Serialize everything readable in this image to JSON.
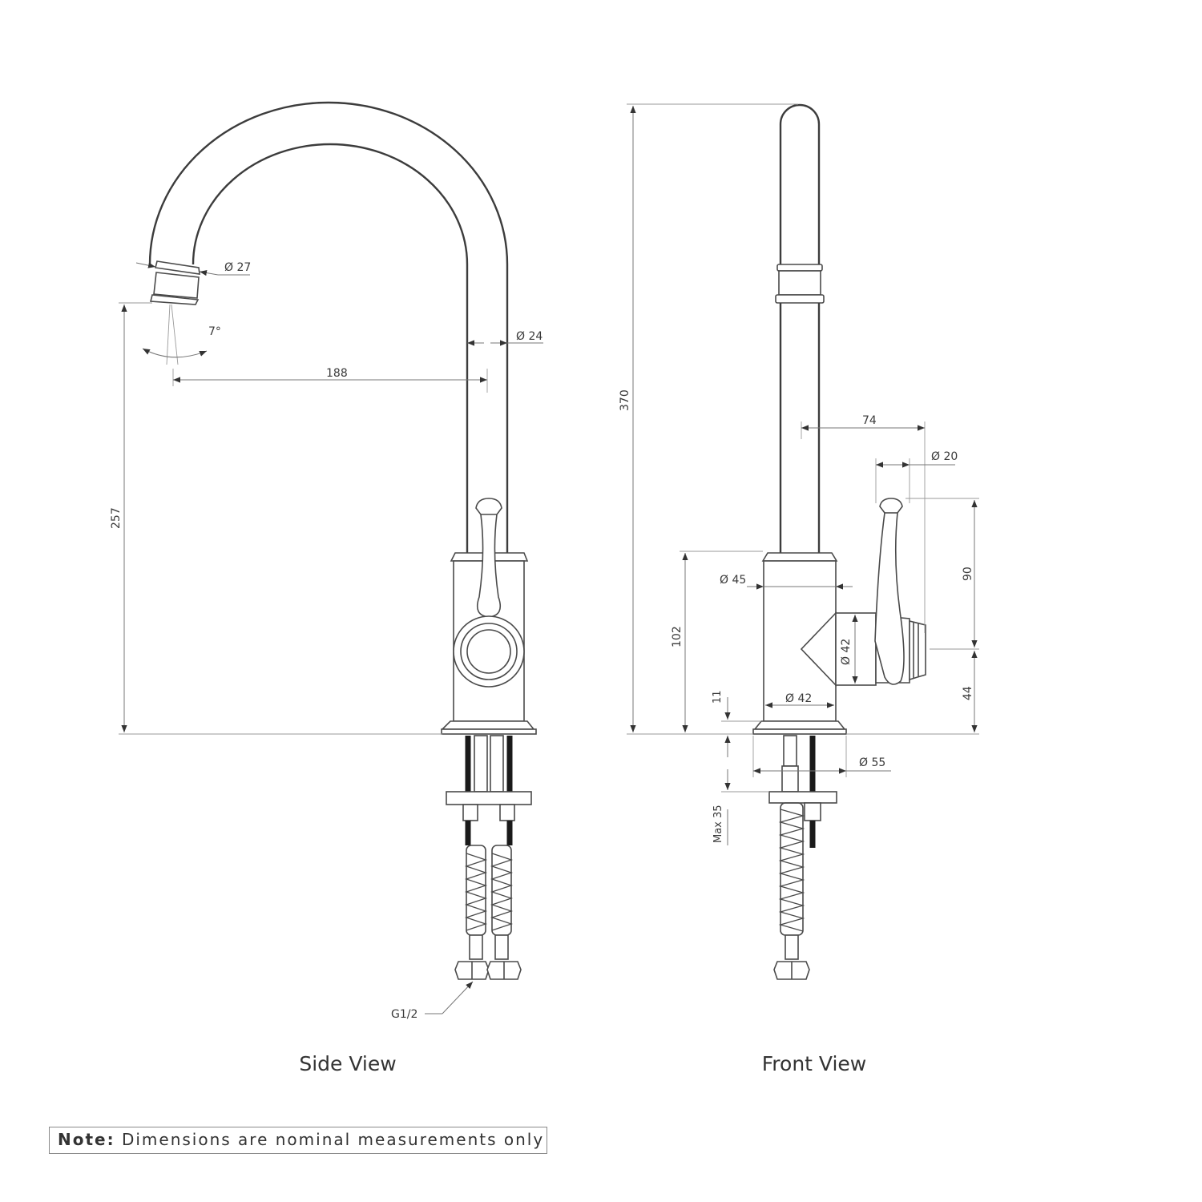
{
  "views": {
    "side": {
      "label": "Side View"
    },
    "front": {
      "label": "Front View"
    }
  },
  "side_dimensions": {
    "outlet_diameter": "Ø 27",
    "spout_angle": "7°",
    "spout_diameter": "Ø 24",
    "reach": "188",
    "outlet_height": "257",
    "connection": "G1/2"
  },
  "front_dimensions": {
    "overall_height": "370",
    "handle_offset": "74",
    "handle_diameter": "Ø 20",
    "body_collar_diameter": "Ø 45",
    "body_height": "102",
    "handle_height": "90",
    "hub_diameter": "Ø 42",
    "hub_height": "44",
    "body_diameter": "Ø 42",
    "base_height": "11",
    "base_diameter": "Ø 55",
    "max_deck_thickness": "Max 35"
  },
  "note": {
    "label": "Note:",
    "text": "Dimensions are nominal measurements only"
  }
}
